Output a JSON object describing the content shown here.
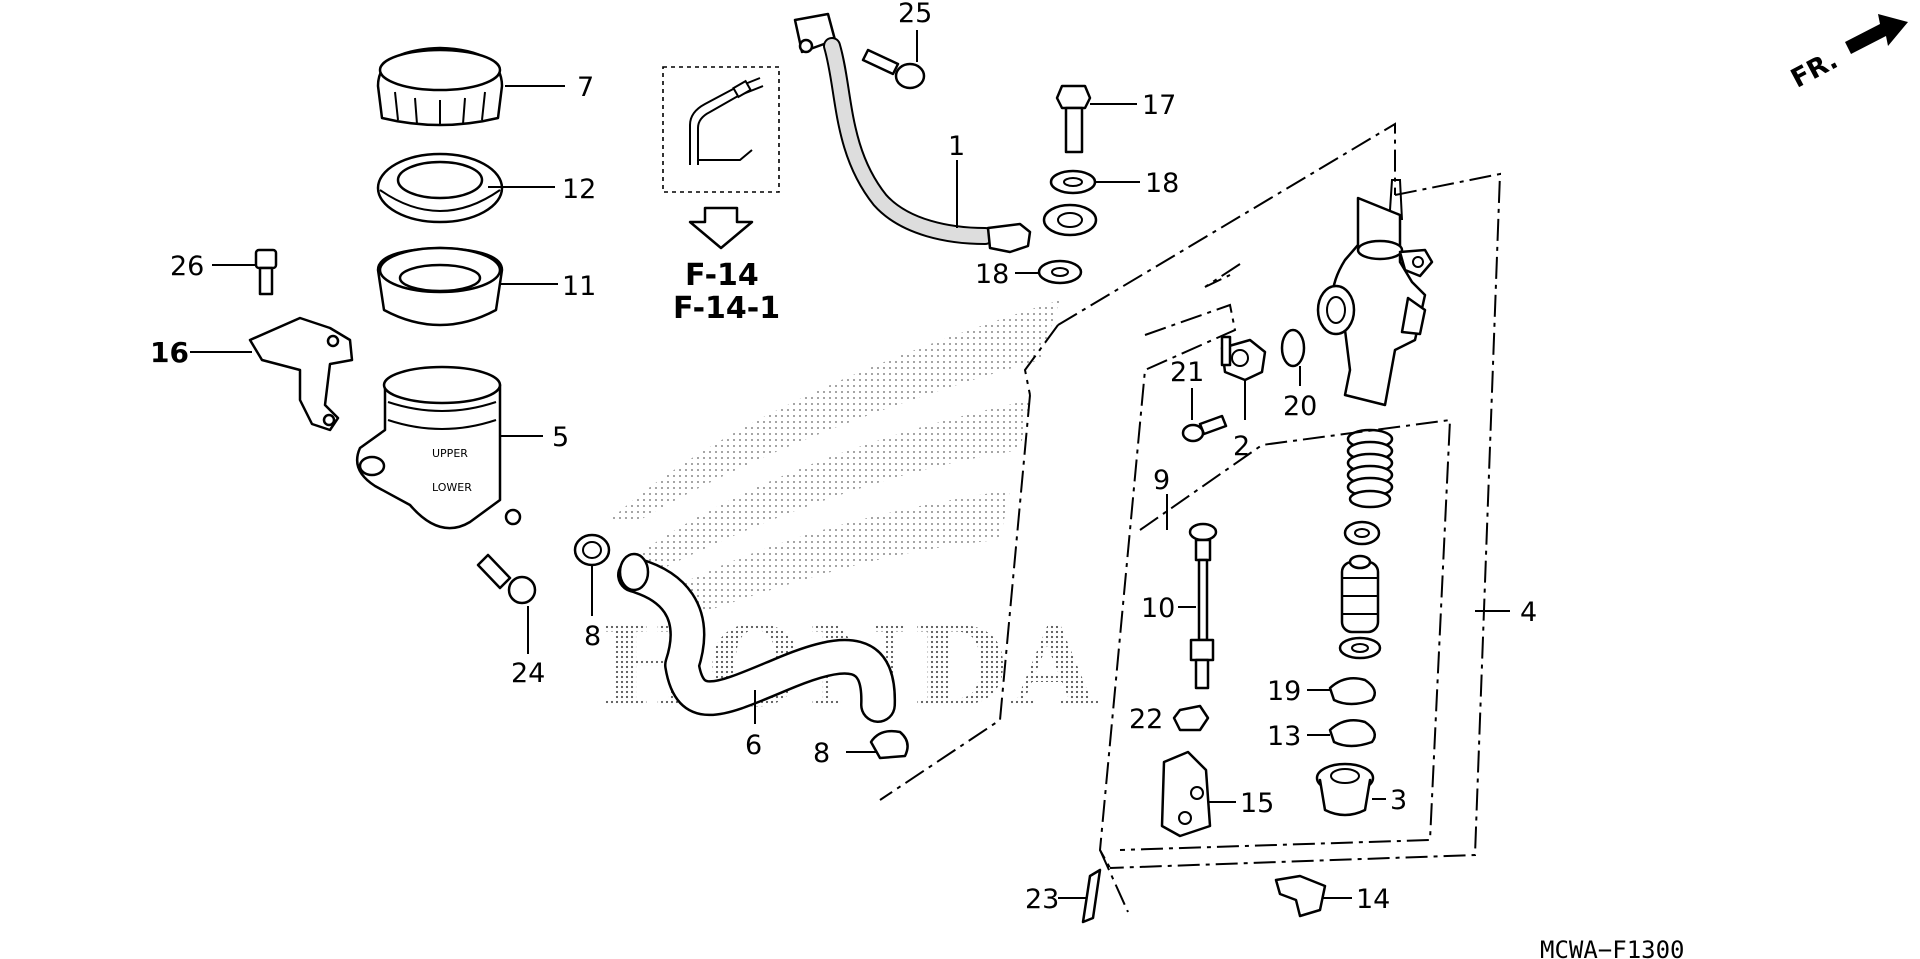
{
  "diagram": {
    "part_numbers": {
      "p1": "1",
      "p2": "2",
      "p3": "3",
      "p4": "4",
      "p5": "5",
      "p6": "6",
      "p7": "7",
      "p8a": "8",
      "p8b": "8",
      "p9": "9",
      "p10": "10",
      "p11": "11",
      "p12": "12",
      "p13": "13",
      "p14": "14",
      "p15": "15",
      "p16": "16",
      "p17": "17",
      "p18a": "18",
      "p18b": "18",
      "p19": "19",
      "p20": "20",
      "p21": "21",
      "p22": "22",
      "p23": "23",
      "p24": "24",
      "p25": "25",
      "p26": "26"
    },
    "reservoir_labels": {
      "upper": "UPPER",
      "lower": "LOWER"
    },
    "references": {
      "ref1": "F-14",
      "ref2": "F-14-1"
    },
    "direction_label": "FR.",
    "diagram_code": "MCWA−F1300",
    "watermark": "HONDA"
  }
}
